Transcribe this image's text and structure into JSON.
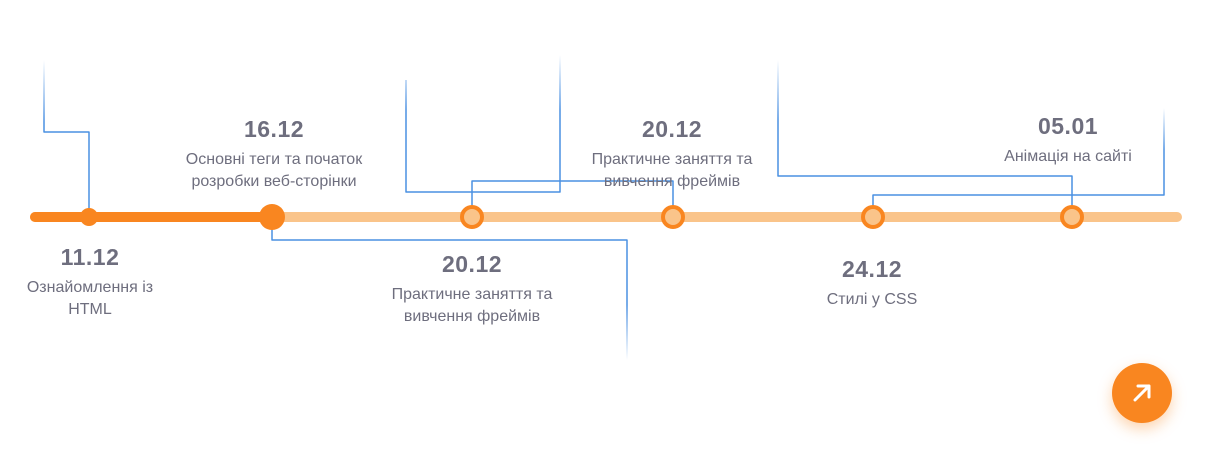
{
  "timeline": {
    "colors": {
      "completed": "#f98620",
      "upcoming": "#fac48a",
      "connector": "#4a90e2",
      "text": "#6e6e7e"
    },
    "events": [
      {
        "date": "11.12",
        "title": "Ознайомлення із\nHTML",
        "status": "completed"
      },
      {
        "date": "16.12",
        "title": "Основні теги та початок\nрозробки веб-сторінки",
        "status": "current"
      },
      {
        "date": "20.12",
        "title": "Практичне заняття та\nвивчення фреймів",
        "status": "upcoming"
      },
      {
        "date": "20.12",
        "title": "Практичне заняття та\nвивчення фреймів",
        "status": "upcoming"
      },
      {
        "date": "24.12",
        "title": "Стилі у CSS",
        "status": "upcoming"
      },
      {
        "date": "05.01",
        "title": "Анімація на сайті",
        "status": "upcoming"
      }
    ]
  },
  "cta": {
    "icon": "arrow-up-right-icon"
  }
}
